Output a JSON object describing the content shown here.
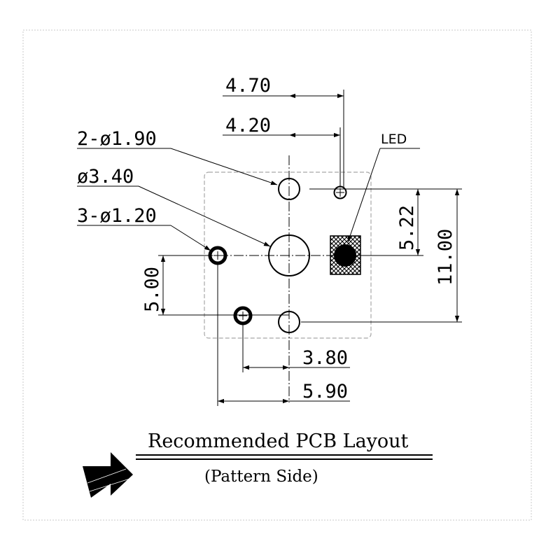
{
  "title": "Recommended PCB Layout",
  "subtitle": "(Pattern Side)",
  "led_label": "LED",
  "callouts": {
    "hole_190": "2-ø1.90",
    "hole_340": "ø3.40",
    "hole_120": "3-ø1.20"
  },
  "dimensions": {
    "d470": "4.70",
    "d420": "4.20",
    "d522": "5.22",
    "d1100": "11.00",
    "d500": "5.00",
    "d380": "3.80",
    "d590": "5.90"
  },
  "colors": {
    "line": "#000000",
    "dashed_border": "#b0b0b0",
    "background": "#ffffff"
  },
  "icons": {
    "direction_arrow": "arrow-right-icon",
    "led_pad": "crosshatch-pad-icon"
  }
}
